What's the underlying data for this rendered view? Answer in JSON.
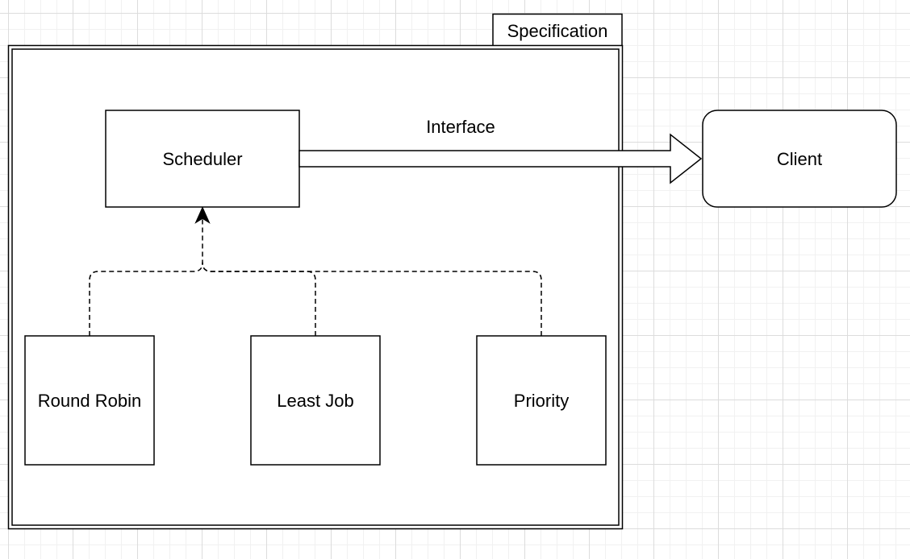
{
  "package": {
    "tab_label": "Specification"
  },
  "nodes": {
    "scheduler": "Scheduler",
    "client": "Client",
    "round_robin": "Round Robin",
    "least_job": "Least Job",
    "priority": "Priority"
  },
  "edges": {
    "interface_label": "Interface"
  },
  "colors": {
    "stroke": "#000000",
    "fill": "#ffffff"
  },
  "icons": {
    "interface_arrow": "hollow-block-arrow-right",
    "realization_arrow": "filled-arrowhead-up"
  }
}
